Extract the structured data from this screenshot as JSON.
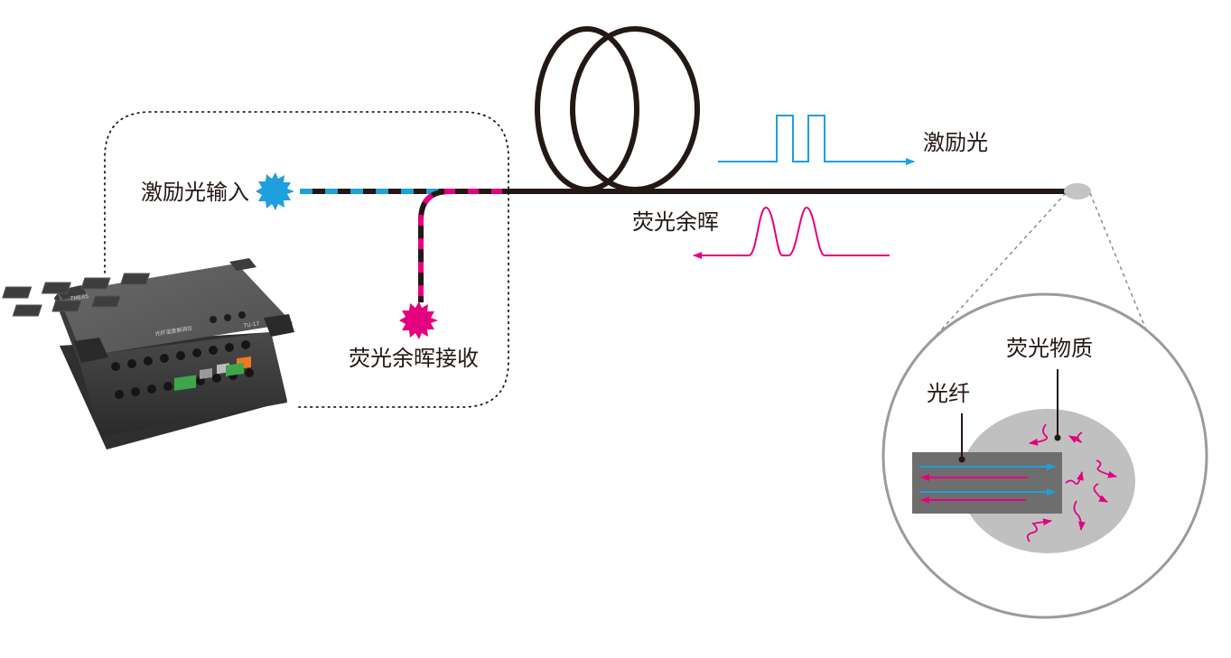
{
  "labels": {
    "excitation_input": "激励光输入",
    "afterglow_receive": "荧光余晖接收",
    "excitation_light": "激励光",
    "fluorescence_afterglow": "荧光余晖",
    "fiber": "光纤",
    "fluorescent_material": "荧光物质"
  },
  "device": {
    "brand": "TMEAS",
    "model": "TU-17",
    "name": "光纤温度解调仪"
  },
  "colors": {
    "fiber": "#231815",
    "excitation": "#1ea0dc",
    "fluorescence": "#e4007f",
    "phosphor": "#c0c0c0",
    "fiber_core": "#6e6e6e",
    "magnifier_ring": "#9b9b9b"
  }
}
